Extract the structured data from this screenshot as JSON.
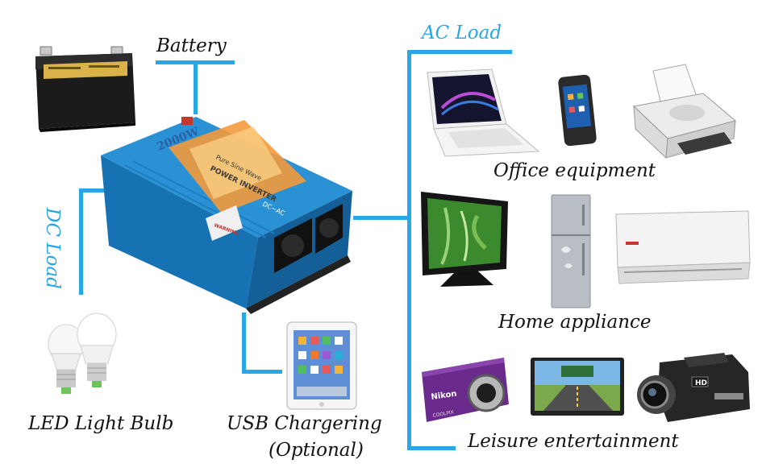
{
  "labels": {
    "battery": "Battery",
    "ac_load": "AC Load",
    "dc_load": "DC Load",
    "office": "Office equipment",
    "home": "Home appliance",
    "leisure": "Leisure entertainment",
    "led": "LED Light Bulb",
    "usb_line1": "USB Chargering",
    "usb_line2": "(Optional)"
  },
  "product": {
    "rating": "2000W",
    "type_line1": "Pure Sine Wave",
    "type_line2": "POWER INVERTER",
    "mode": "DC~AC",
    "warning": "WARNING"
  },
  "devices": {
    "camera_brand": "Nikon",
    "camera_model": "COOLPIX",
    "camcorder_badge": "HD"
  },
  "colors": {
    "connector": "#29a6e6",
    "inverter": "#1b80c4",
    "inverter_accent": "#f39a3c"
  }
}
